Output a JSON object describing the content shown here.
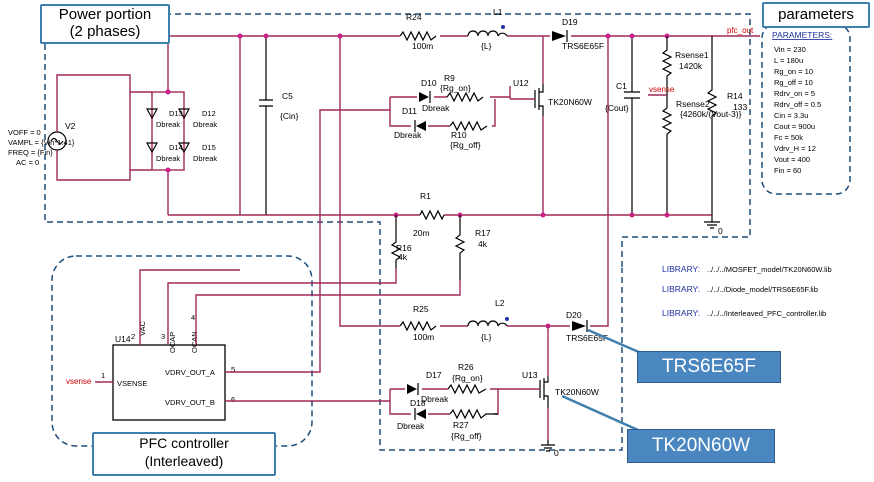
{
  "boxes": {
    "power_title_1": "Power portion",
    "power_title_2": "(2 phases)",
    "parameters_title": "parameters",
    "pfc_title_1": "PFC controller",
    "pfc_title_2": "(Interleaved)"
  },
  "callouts": {
    "diode": "TRS6E65F",
    "mosfet": "TK20N60W"
  },
  "parameters": {
    "header": "PARAMETERS:",
    "items": [
      "Vin = 230",
      "L = 180u",
      "Rg_on = 10",
      "Rg_off = 10",
      "Rdrv_on = 5",
      "Rdrv_off = 0.5",
      "Cin = 3.3u",
      "Cout = 900u",
      "Fc = 50k",
      "Vdrv_H = 12",
      "Vout = 400",
      "Fin = 60"
    ]
  },
  "libraries": {
    "key": "LIBRARY:",
    "paths": [
      "../../../MOSFET_model/TK20N60W.lib",
      "../../../Diode_model/TRS6E65F.lib",
      "../../../Interleaved_PFC_controller.lib"
    ]
  },
  "source": {
    "name": "V2",
    "lines": [
      "VOFF = 0",
      "VAMPL = {Vin*1.41}",
      "FREQ = {Fin}",
      "AC = 0"
    ]
  },
  "bridge": {
    "diodes": [
      "D13",
      "D12",
      "D14",
      "D15"
    ],
    "model": "Dbreak"
  },
  "phase1": {
    "resistor": {
      "name": "R24",
      "value": "100m"
    },
    "inductor": {
      "name": "L1",
      "value": "{L}"
    },
    "diode": {
      "name": "D19",
      "model": "TRS6E65F"
    },
    "mosfet": {
      "name": "U12",
      "model": "TK20N60W"
    },
    "gate_d_on": {
      "name": "D10",
      "model": "Dbreak"
    },
    "gate_d_off": {
      "name": "D11",
      "model": "Dbreak"
    },
    "gate_r_on": {
      "name": "R9",
      "value": "{Rg_on}"
    },
    "gate_r_off": {
      "name": "R10",
      "value": "{Rg_off}"
    }
  },
  "phase2": {
    "resistor": {
      "name": "R25",
      "value": "100m"
    },
    "inductor": {
      "name": "L2",
      "value": "{L}"
    },
    "diode": {
      "name": "D20",
      "model": "TRS6E65F"
    },
    "mosfet": {
      "name": "U13",
      "model": "TK20N60W"
    },
    "gate_d_on": {
      "name": "D17",
      "model": "Dbreak"
    },
    "gate_d_off": {
      "name": "D18",
      "model": "Dbreak"
    },
    "gate_r_on": {
      "name": "R26",
      "value": "{Rg_on}"
    },
    "gate_r_off": {
      "name": "R27",
      "value": "{Rg_off}"
    }
  },
  "input_cap": {
    "name": "C5",
    "value": "{Cin}"
  },
  "output_cap": {
    "name": "C1",
    "value": "{Cout}"
  },
  "rsense1": {
    "name": "Rsense1",
    "value": "1420k"
  },
  "rsense2": {
    "name": "Rsense2",
    "value": "{4260k/(Vout-3)}"
  },
  "r14": {
    "name": "R14",
    "value": "133"
  },
  "r1": {
    "name": "R1",
    "value": "20m"
  },
  "r16": {
    "name": "R16",
    "value": "4k"
  },
  "r17": {
    "name": "R17",
    "value": "4k"
  },
  "nets": {
    "pfc_out": "pfc_out",
    "vsense": "vsense",
    "gnd": "0"
  },
  "controller": {
    "name": "U14",
    "pins": {
      "vsense": "VSENSE",
      "vac": "VAC",
      "ocap": "OCAP",
      "ocan": "OCAN",
      "out_a": "VDRV_OUT_A",
      "out_b": "VDRV_OUT_B"
    },
    "pin_numbers": {
      "vsense": "1",
      "vac": "2",
      "ocap": "3",
      "ocan": "4",
      "out_a": "5",
      "out_b": "6"
    },
    "input_net": "vsense"
  }
}
